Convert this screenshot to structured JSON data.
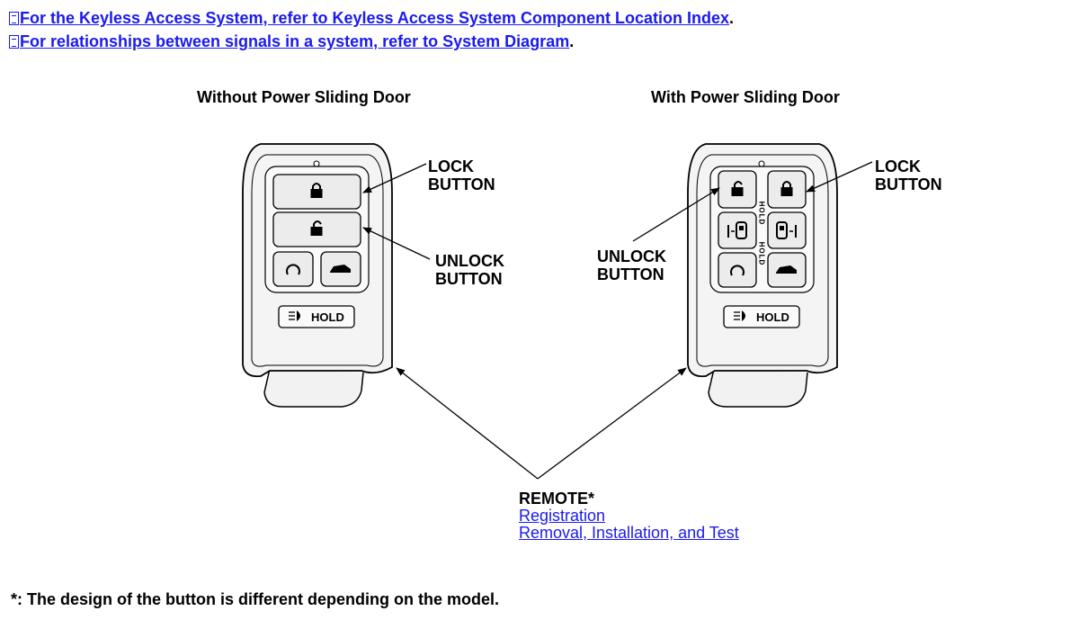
{
  "references": [
    {
      "prefix": "F",
      "link_text": "or the Keyless Access System, refer to Keyless Access System Component Location Index",
      "suffix": "."
    },
    {
      "prefix": "F",
      "link_text": "or relationships between signals in a system, refer to System Diagram",
      "suffix": "."
    }
  ],
  "fob_left": {
    "heading": "Without Power Sliding Door",
    "lock_label": [
      "LOCK",
      "BUTTON"
    ],
    "unlock_label": [
      "UNLOCK",
      "BUTTON"
    ],
    "hold_label": "HOLD"
  },
  "fob_right": {
    "heading": "With Power Sliding Door",
    "lock_label": [
      "LOCK",
      "BUTTON"
    ],
    "unlock_label": [
      "UNLOCK",
      "BUTTON"
    ],
    "hold_label": "HOLD",
    "side_hold_text": "HOLD"
  },
  "remote": {
    "title": "REMOTE*",
    "links": [
      "Registration",
      "Removal, Installation, and Test"
    ]
  },
  "footnote": "*: The design of the button is different depending on the model.",
  "colors": {
    "link": "#1a1aee",
    "line": "#000000",
    "fob_fill": "#f4f4f4",
    "button_fill": "#ececec"
  },
  "icons": [
    "ref-doc-icon",
    "lock-closed-icon",
    "lock-open-icon",
    "panic-icon",
    "tailgate-icon",
    "headlight-icon",
    "sliding-door-left-icon",
    "sliding-door-right-icon"
  ]
}
